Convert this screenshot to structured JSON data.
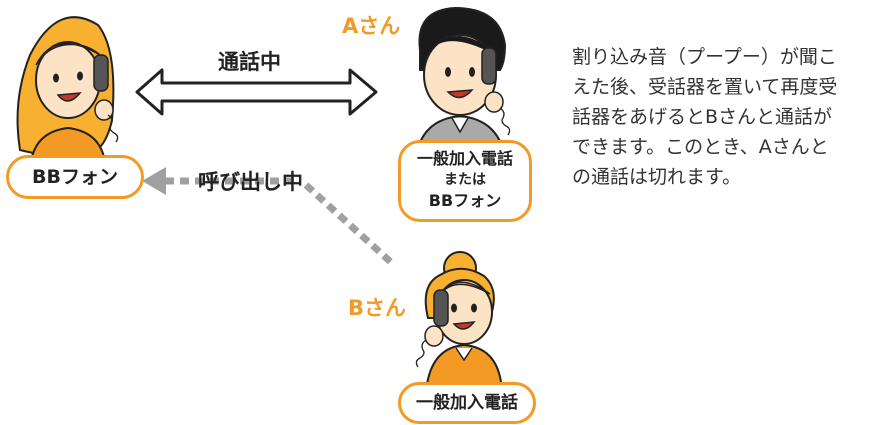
{
  "labels": {
    "calling": "通話中",
    "ringing": "呼び出し中",
    "person_a": "Aさん",
    "person_b": "Bさん"
  },
  "phones": {
    "left": "BBフォン",
    "a_line1": "一般加入電話",
    "a_line2": "または",
    "a_line3": "BBフォン",
    "b": "一般加入電話"
  },
  "description": {
    "lines": [
      "割り込み音（プープー）が聞こ",
      "えた後、受話器を置いて再度受",
      "話器をあげるとBさんと通話が",
      "できます。このとき、Aさんと",
      "の通話は切れます。"
    ]
  },
  "colors": {
    "accent": "#f39a25",
    "skin": "#fde3c6",
    "hair": "#f7b030",
    "dark_hair": "#1a1a1a",
    "gray_arrow": "#a0a0a0"
  }
}
